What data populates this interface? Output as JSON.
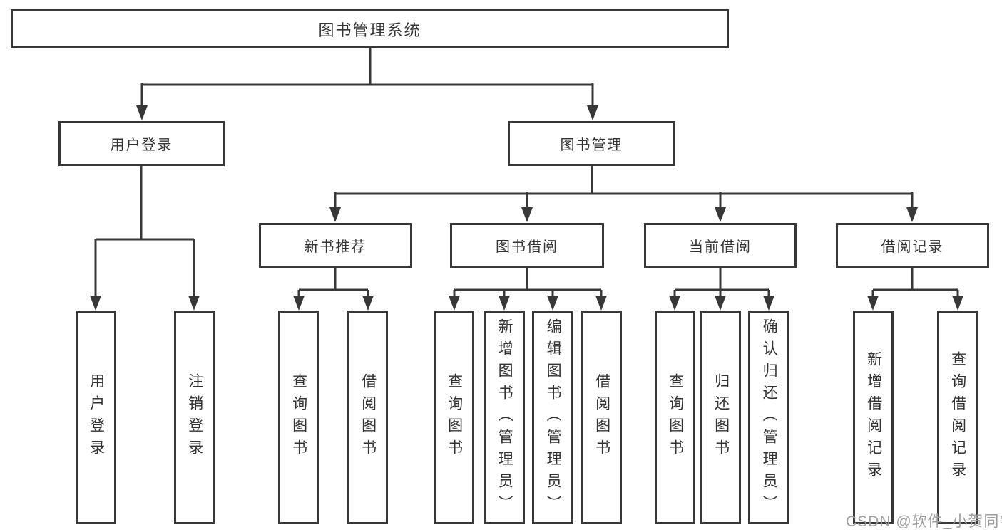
{
  "title": "图书管理系统",
  "tree": {
    "root": {
      "label": "图书管理系统"
    },
    "branches": [
      {
        "label": "用户登录",
        "children": [
          "用户登录",
          "注销登录"
        ]
      },
      {
        "label": "图书管理",
        "sections": [
          {
            "label": "新书推荐",
            "children": [
              "查询图书",
              "借阅图书"
            ]
          },
          {
            "label": "图书借阅",
            "children": [
              "查询图书",
              "新增图书（管理员）",
              "编辑图书（管理员）",
              "借阅图书"
            ]
          },
          {
            "label": "当前借阅",
            "children": [
              "查询图书",
              "归还图书",
              "确认归还（管理员）"
            ]
          },
          {
            "label": "借阅记录",
            "children": [
              "新增借阅记录",
              "查询借阅记录"
            ]
          }
        ]
      }
    ]
  },
  "watermark": {
    "text": "CSDN @软件_小贺同学"
  },
  "colors": {
    "line": "#383838",
    "text": "#333333",
    "background": "#ffffff",
    "watermark": "#9e9e9e"
  }
}
